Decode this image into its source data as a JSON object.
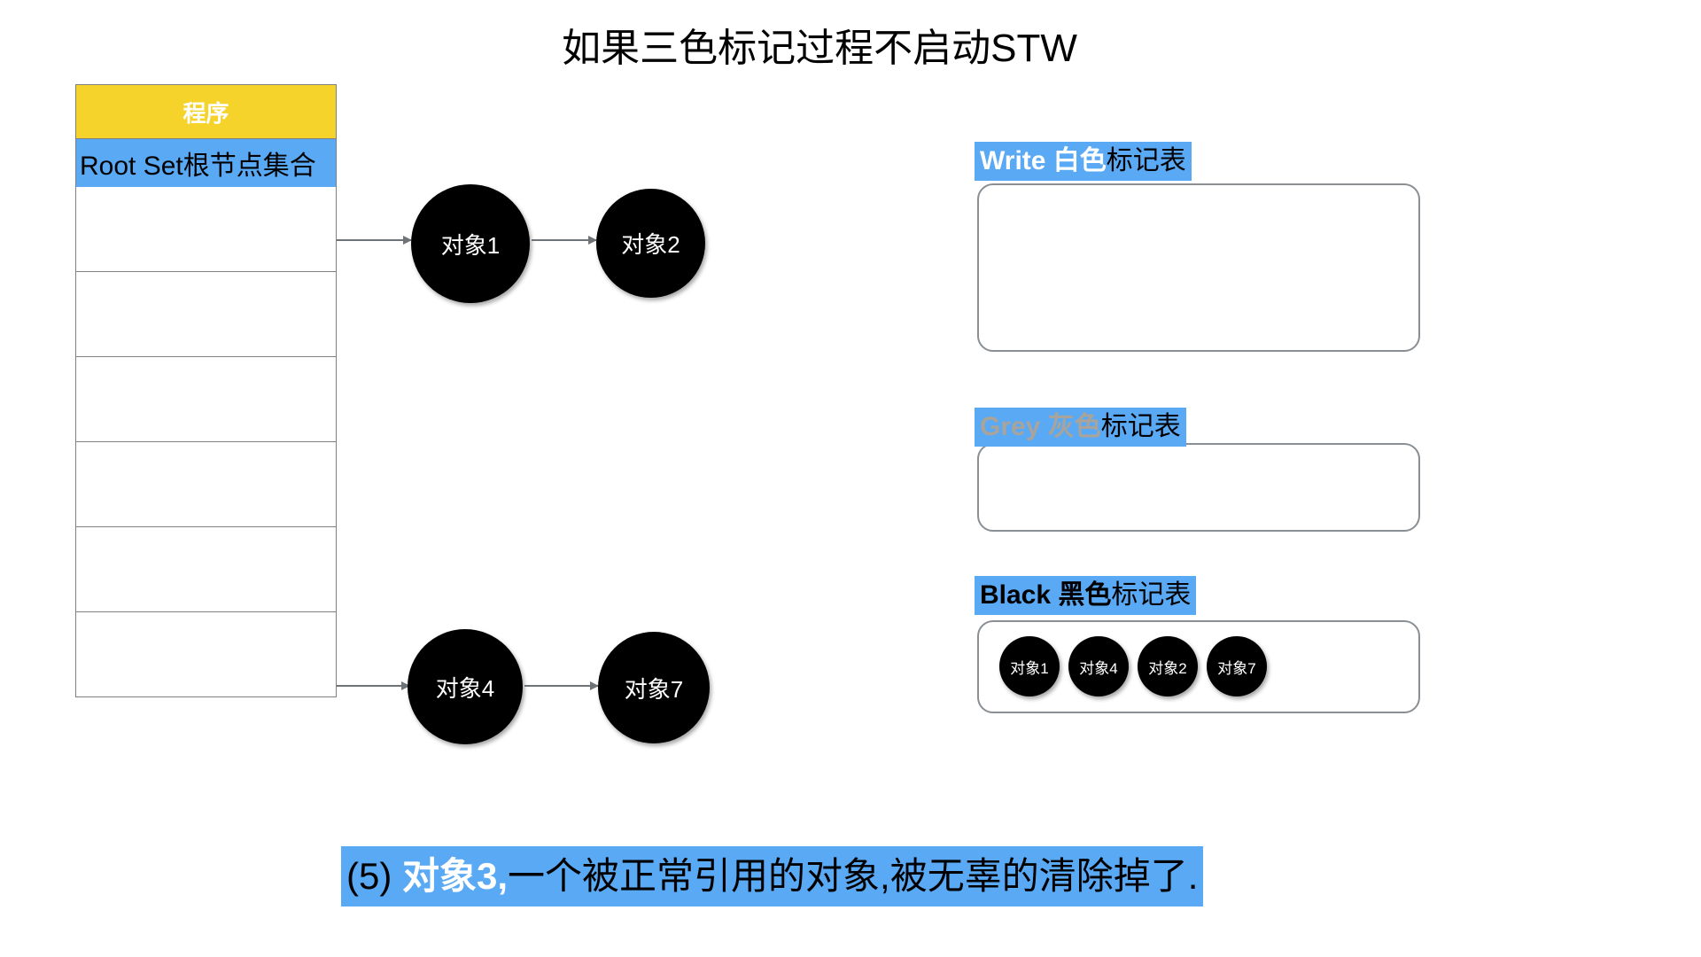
{
  "title": "如果三色标记过程不启动STW",
  "program_table": {
    "header_label": "程序",
    "rootset_label": "Root Set根节点集合",
    "empty_row_count": 6,
    "header_color": "#f5d32b",
    "rootset_color": "#5aa9f5",
    "border_color": "#808080"
  },
  "graph": {
    "nodes": [
      {
        "id": "obj1",
        "label": "对象1"
      },
      {
        "id": "obj2",
        "label": "对象2"
      },
      {
        "id": "obj4",
        "label": "对象4"
      },
      {
        "id": "obj7",
        "label": "对象7"
      }
    ],
    "edges": [
      {
        "from": "root",
        "to": "obj1"
      },
      {
        "from": "obj1",
        "to": "obj2"
      },
      {
        "from": "root",
        "to": "obj4"
      },
      {
        "from": "obj4",
        "to": "obj7"
      }
    ],
    "arrow_color": "#6e7378",
    "node_color": "#000000"
  },
  "mark_tables": [
    {
      "id": "white",
      "label_en": "Write 白色",
      "label_cn": "标记表",
      "en_color": "#ffffff",
      "items": []
    },
    {
      "id": "grey",
      "label_en": "Grey 灰色",
      "label_cn": "标记表",
      "en_color": "#a8a49b",
      "items": []
    },
    {
      "id": "black",
      "label_en": "Black 黑色",
      "label_cn": "标记表",
      "en_color": "#000000",
      "items": [
        "对象1",
        "对象4",
        "对象2",
        "对象7"
      ]
    }
  ],
  "caption": {
    "number": "(5) ",
    "highlight": "对象3,",
    "rest": "一个被正常引用的对象,被无辜的清除掉了.",
    "background": "#5aa9f5"
  }
}
